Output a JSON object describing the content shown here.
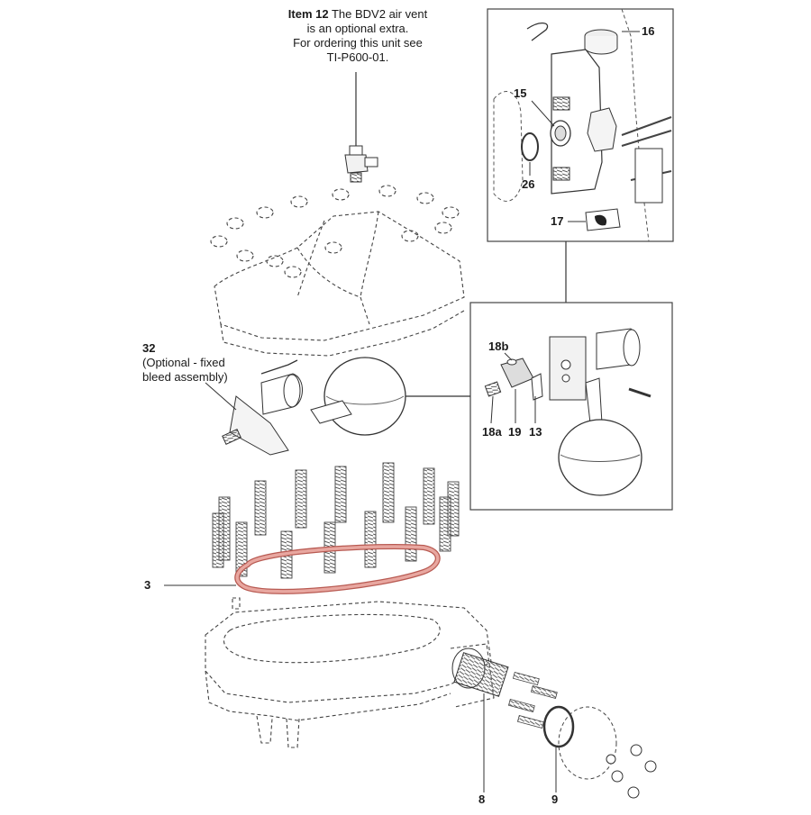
{
  "note": {
    "item_label": "Item 12",
    "line1": "The BDV2 air vent",
    "line2": "is an optional extra.",
    "line3": "For ordering this unit see",
    "line4": "TI-P600-01."
  },
  "callouts": {
    "item32": "32",
    "item32_line1": "(Optional - fixed",
    "item32_line2": "bleed assembly)",
    "item3": "3",
    "item8": "8",
    "item9": "9",
    "item13": "13",
    "item15": "15",
    "item16": "16",
    "item17": "17",
    "item18a": "18a",
    "item18b": "18b",
    "item19": "19",
    "item26": "26"
  },
  "colors": {
    "line": "#333333",
    "gasket": "#e8a7a0",
    "gasket_stroke": "#b85a52",
    "panel_border": "#444444"
  }
}
